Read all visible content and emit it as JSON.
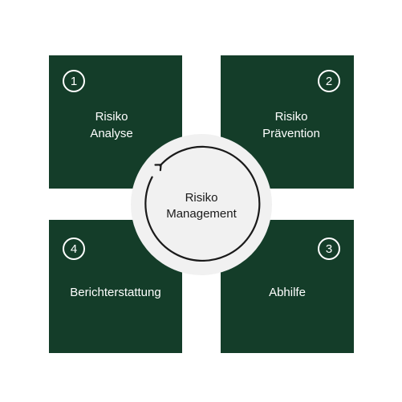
{
  "steps": [
    {
      "number": "1",
      "line1": "Risiko",
      "line2": "Analyse"
    },
    {
      "number": "2",
      "line1": "Risiko",
      "line2": "Prävention"
    },
    {
      "number": "3",
      "line1": "Abhilfe",
      "line2": ""
    },
    {
      "number": "4",
      "line1": "Berichterstattung",
      "line2": ""
    }
  ],
  "center": {
    "line1": "Risiko",
    "line2": "Management"
  },
  "colors": {
    "box": "#143d29",
    "ring": "#f1f1f1",
    "cycle": "#1a1a1a",
    "text_light": "#ffffff",
    "text_dark": "#1a1a1a"
  },
  "icons": {
    "cycle": "circular-arrow-icon"
  }
}
